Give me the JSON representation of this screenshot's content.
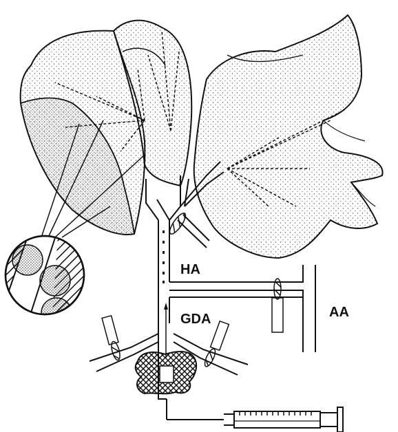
{
  "labels": {
    "ha": "HA",
    "gda": "GDA",
    "aa": "AA"
  },
  "colors": {
    "ink": "#111111",
    "stipple": "#555555",
    "background": "#ffffff"
  },
  "icons": {
    "lobes": "liver-lobe-icon",
    "catheter": "catheter-icon",
    "clamp": "clamp-icon",
    "syringe": "syringe-icon",
    "magnifier": "magnified-inset-icon",
    "pancreas_block": "crosshatched-block-icon"
  }
}
